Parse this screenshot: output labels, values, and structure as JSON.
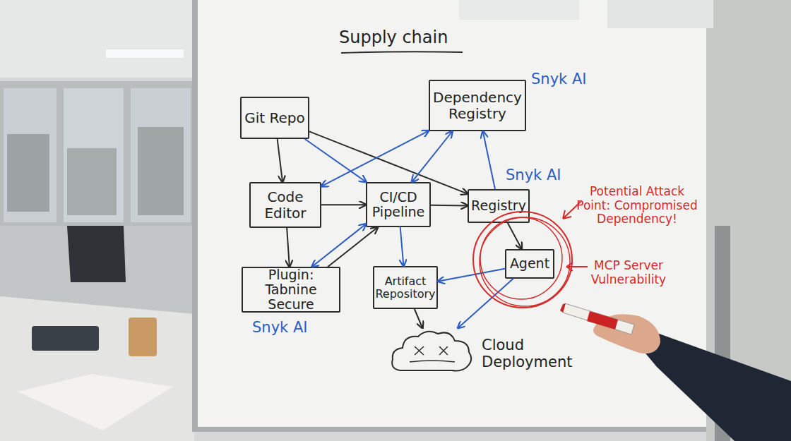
{
  "diagram": {
    "title": "Supply chain",
    "nodes": [
      {
        "text": [
          "Git Repo"
        ]
      },
      {
        "text": [
          "Dependency Registry"
        ]
      },
      {
        "text": [
          "Code Editor"
        ]
      },
      {
        "text": [
          "CI/CD Pipeline"
        ]
      },
      {
        "text": [
          "Registry"
        ]
      },
      {
        "text": [
          "Agent"
        ]
      },
      {
        "text": [
          "Plugin: Tabnine Secure"
        ]
      },
      {
        "text": [
          "Artifact Repository"
        ]
      },
      {
        "text": [
          "Cloud Deployment"
        ]
      }
    ],
    "edges": [
      {
        "from": 0,
        "to": 2,
        "arrow": "to"
      },
      {
        "from": 0,
        "to": 3,
        "arrow": "to"
      },
      {
        "from": 0,
        "to": 4,
        "arrow": "to"
      },
      {
        "from": 2,
        "to": 1,
        "arrow": "both"
      },
      {
        "from": 3,
        "to": 1,
        "arrow": "both"
      },
      {
        "from": 2,
        "to": 3,
        "arrow": "to"
      },
      {
        "from": 3,
        "to": 4,
        "arrow": "to"
      },
      {
        "from": 4,
        "to": 1,
        "arrow": "to"
      },
      {
        "from": 4,
        "to": 5,
        "arrow": "to"
      },
      {
        "from": 2,
        "to": 6,
        "arrow": "to"
      },
      {
        "from": 6,
        "to": 3,
        "arrow": "both"
      },
      {
        "from": 6,
        "to": 3,
        "arrow": "to"
      },
      {
        "from": 3,
        "to": 7,
        "arrow": "to"
      },
      {
        "from": 5,
        "to": 7,
        "arrow": "to"
      },
      {
        "from": 7,
        "to": 8,
        "arrow": "to"
      },
      {
        "from": 5,
        "to": 8,
        "arrow": "to"
      }
    ],
    "labels": [
      "Snyk AI",
      "Snyk AI",
      "Snyk AI",
      "Potential Attack Point: Compromised Dependency!",
      "MCP Server Vulnerability"
    ]
  }
}
